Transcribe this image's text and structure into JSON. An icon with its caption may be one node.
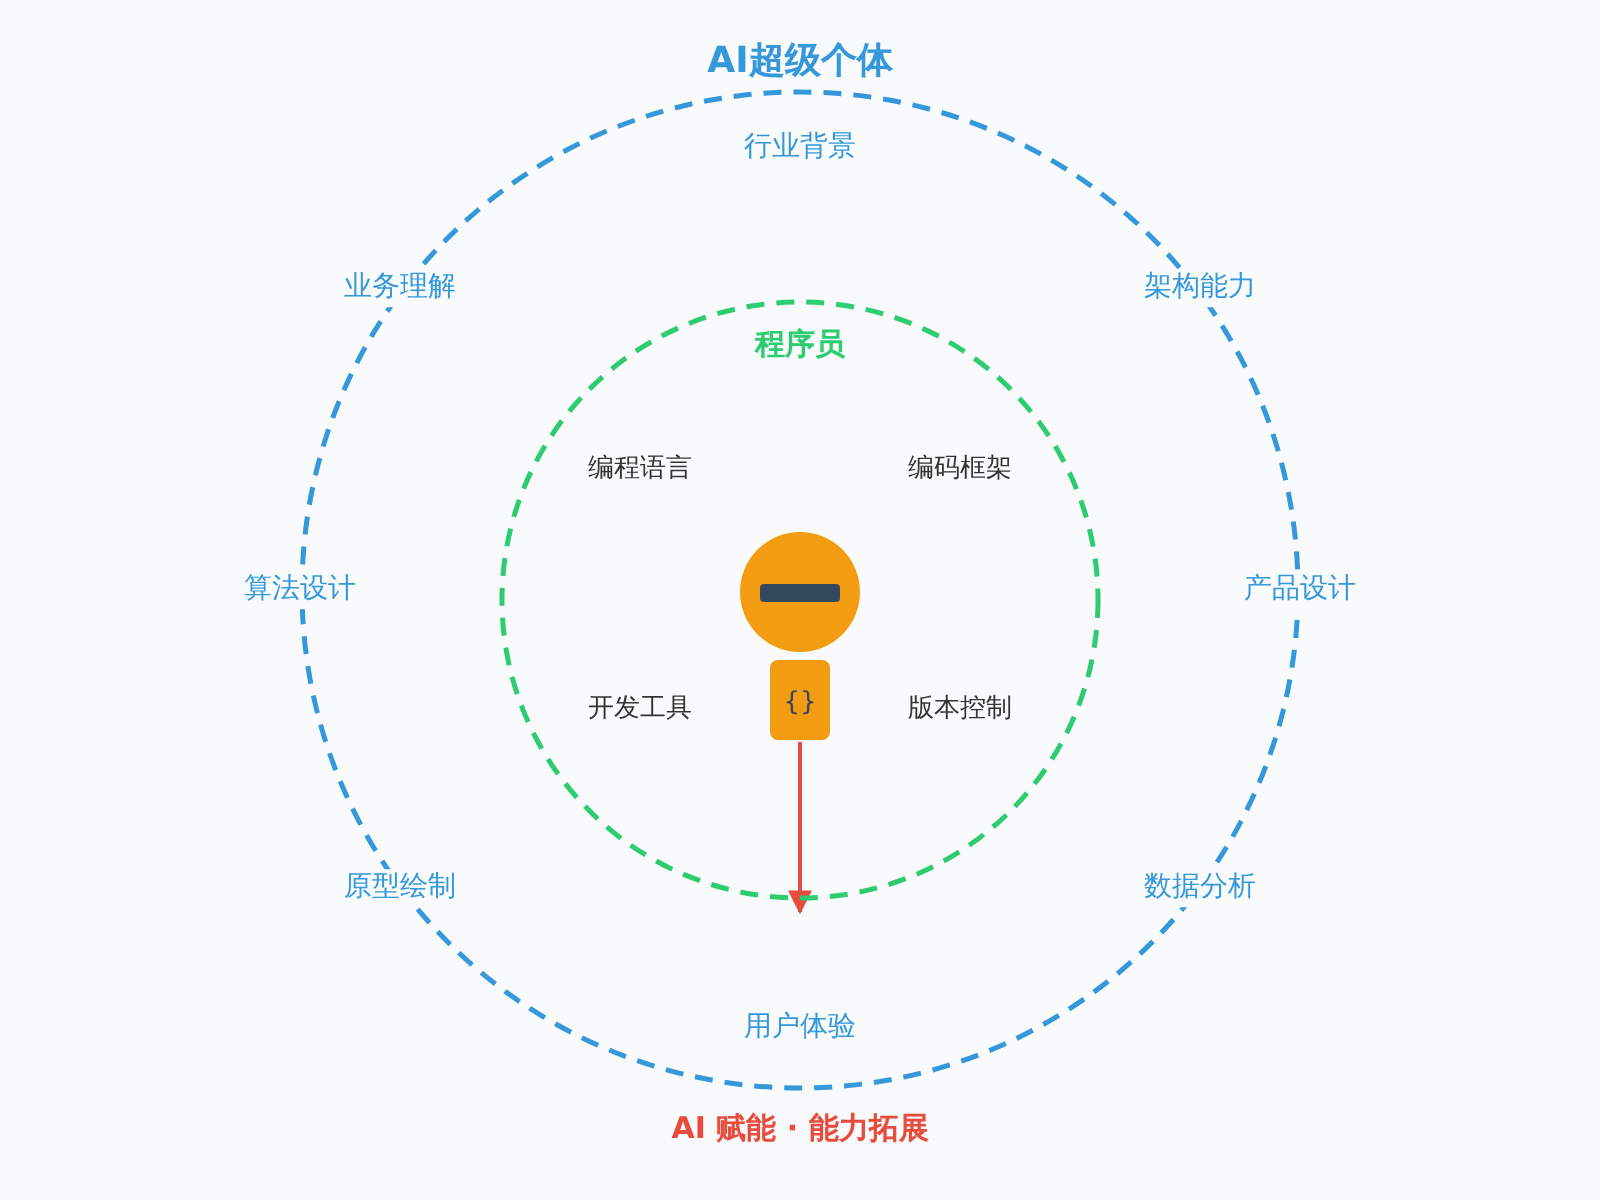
{
  "diagram": {
    "nodes": [
      {
        "text": [
          "AI超级个体"
        ]
      },
      {
        "text": [
          "程序员"
        ],
        "in": 0
      },
      {
        "text": [],
        "shape": "person",
        "in": 1
      }
    ],
    "edges": [
      {
        "from": 2,
        "to": 1,
        "arrow": "to"
      }
    ],
    "labels": [
      "行业背景",
      "业务理解",
      "架构能力",
      "编程语言",
      "编码框架",
      "算法设计",
      "产品设计",
      "开发工具",
      "{}",
      "版本控制",
      "原型绘制",
      "数据分析",
      "用户体验",
      "AI 赋能 · 能力拓展"
    ]
  }
}
